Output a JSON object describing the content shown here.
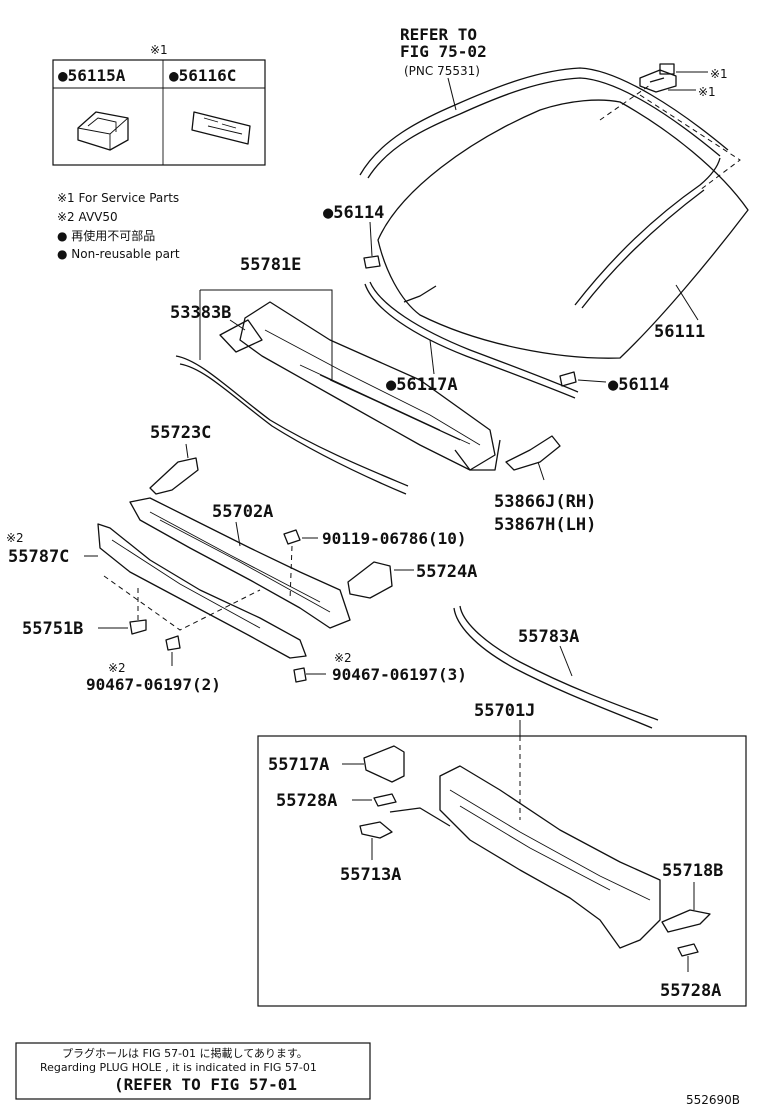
{
  "inset_header": "※1",
  "inset_parts": [
    {
      "symbol": "●",
      "part_no": "56115A"
    },
    {
      "symbol": "●",
      "part_no": "56116C"
    }
  ],
  "legend": [
    "※1 For Service Parts",
    "※2 AVV50",
    "● 再使用不可部品",
    "● Non-reusable part"
  ],
  "refer_top": [
    "REFER TO",
    "FIG 75-02",
    "(PNC 75531)"
  ],
  "labels": {
    "p56114a": "●56114",
    "p56114b": "●56114",
    "p56111": "56111",
    "p56117A": "●56117A",
    "p55781E": "55781E",
    "p53383B": "53383B",
    "p55723C": "55723C",
    "p53866J": "53866J(RH)",
    "p53867H": "53867H(LH)",
    "p55702A": "55702A",
    "p90119": "90119-06786(10)",
    "p55787C": "55787C",
    "p55787C_mark": "※2",
    "p55724A": "55724A",
    "p55751B": "55751B",
    "p90467a_mark": "※2",
    "p90467a": "90467-06197(2)",
    "p90467b_mark": "※2",
    "p90467b": "90467-06197(3)",
    "p55783A": "55783A",
    "p55701J": "55701J",
    "p55717A": "55717A",
    "p55728Aa": "55728A",
    "p55713A": "55713A",
    "p55718B": "55718B",
    "p55728Ab": "55728A",
    "mark1a": "※1",
    "mark1b": "※1"
  },
  "footnote": {
    "line1": "プラグホールは FIG 57-01 に掲載してあります。",
    "line2": "Regarding PLUG HOLE , it is indicated in FIG 57-01",
    "line3": "(REFER TO FIG 57-01"
  },
  "drawing_code": "552690B"
}
